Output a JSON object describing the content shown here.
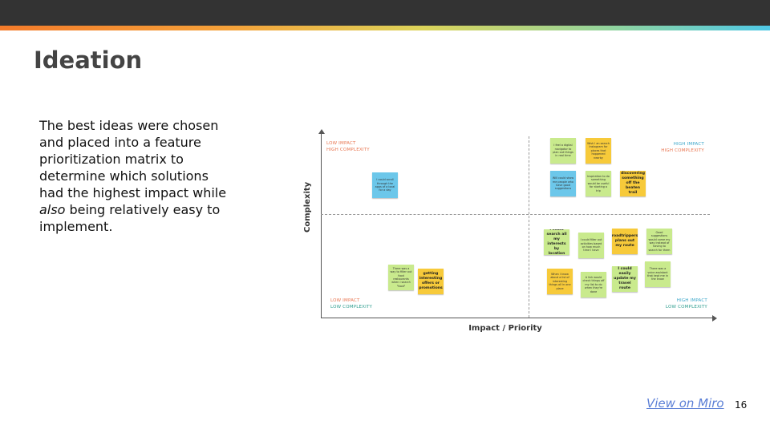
{
  "slide": {
    "title": "Ideation",
    "body_parts": [
      "The best ideas were chosen and placed into a feature prioritization matrix to determine which solutions had the highest impact while ",
      "also",
      " being relatively easy to implement."
    ],
    "link_text": "View on Miro",
    "page_number": "16"
  },
  "matrix": {
    "y_axis_label": "Complexity",
    "x_axis_label": "Impact / Priority",
    "quadrants": {
      "top_left": {
        "impact": "LOW IMPACT",
        "complexity": "HIGH COMPLEXITY"
      },
      "top_right": {
        "impact": "HIGH IMPACT",
        "complexity": "HIGH COMPLEXITY"
      },
      "bottom_left": {
        "impact": "LOW IMPACT",
        "complexity": "LOW COMPLEXITY"
      },
      "bottom_right": {
        "impact": "HIGH IMPACT",
        "complexity": "LOW COMPLEXITY"
      }
    },
    "colors": {
      "low_impact": "#e8744f",
      "high_impact": "#3aa6c9",
      "complexity": "#2f9e8f",
      "note_green": "#c9ea8d",
      "note_yellow": "#f7ca3a",
      "note_blue": "#6cc7ea"
    },
    "notes": [
      {
        "text": "I could scroll through the apps of a local for a day",
        "color": "blue"
      },
      {
        "text": "I feel a digital navigator to plan out things in real time",
        "color": "green"
      },
      {
        "text": "Wish I an search Instagram for places that happened nearby",
        "color": "yellow"
      },
      {
        "text": "Will could show me people who have good suggestions",
        "color": "blue"
      },
      {
        "text": "Inspiration to do something would be useful for starting a trip",
        "color": "green"
      },
      {
        "text": "discovering something off the beaten trail",
        "color": "yellow",
        "bold": true
      },
      {
        "text": "There was a way to filter out food restaurants when I search \"food\"",
        "color": "green"
      },
      {
        "text": "getting interesting offers or promotions",
        "color": "yellow",
        "bold": true
      },
      {
        "text": "I could search all my interests by location",
        "color": "green",
        "bold": true
      },
      {
        "text": "I could filter out activities based on how much time I have",
        "color": "green"
      },
      {
        "text": "roadtrippers plans out my route",
        "color": "yellow",
        "bold": true
      },
      {
        "text": "Good suggestions would come my way instead of having to search for them",
        "color": "green"
      },
      {
        "text": "When I know about a list of interesting things all in one place",
        "color": "yellow"
      },
      {
        "text": "A link would check things off my list to do when they're done",
        "color": "green"
      },
      {
        "text": "I could easily update my travel route",
        "color": "green",
        "bold": true
      },
      {
        "text": "There was a voice assistant that kept me in the know",
        "color": "green"
      }
    ]
  }
}
